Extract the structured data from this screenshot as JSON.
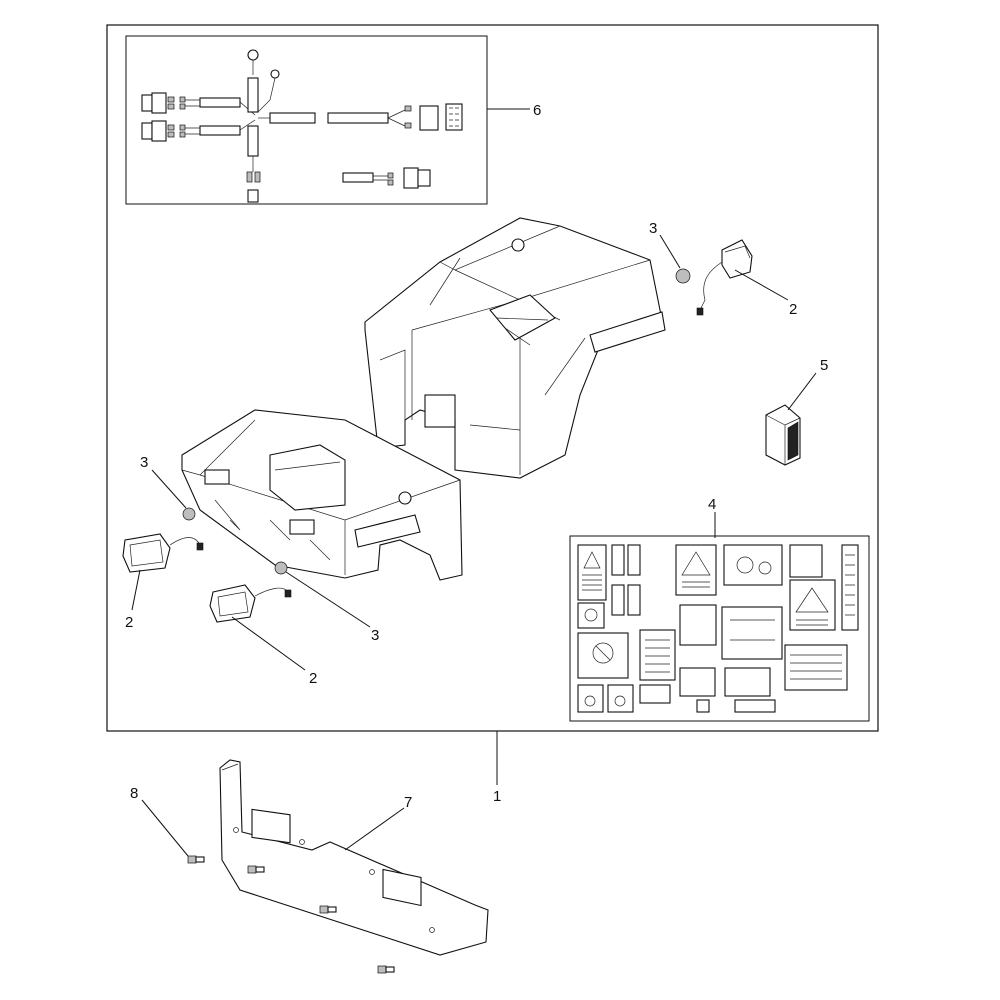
{
  "callouts": {
    "c1": "1",
    "c2a": "2",
    "c2b": "2",
    "c2c": "2",
    "c3a": "3",
    "c3b": "3",
    "c3c": "3",
    "c4": "4",
    "c5": "5",
    "c6": "6",
    "c7": "7",
    "c8": "8"
  },
  "colors": {
    "line": "#111111",
    "background": "#ffffff"
  }
}
